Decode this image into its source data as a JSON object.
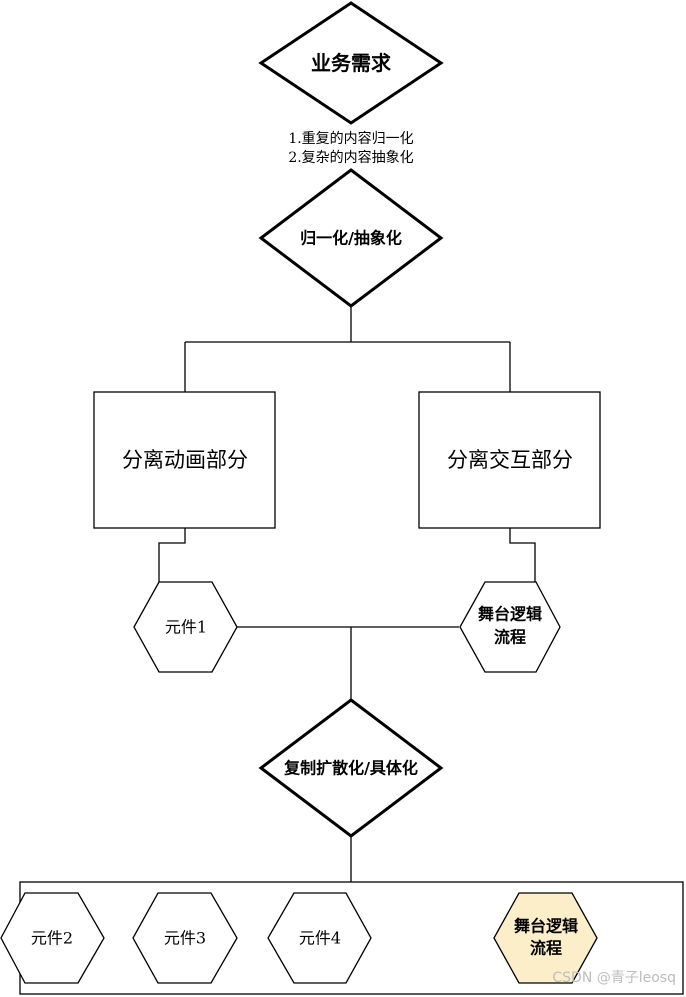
{
  "diagram": {
    "top_decision": "业务需求",
    "notes": {
      "line1": "1.重复的内容归一化",
      "line2": "2.复杂的内容抽象化"
    },
    "decision_abstract": "归一化/抽象化",
    "box_animation": "分离动画部分",
    "box_interaction": "分离交互部分",
    "hex_component": "元件1",
    "hex_stage": {
      "line1": "舞台逻辑",
      "line2": "流程"
    },
    "decision_concrete": "复制扩散化/具体化",
    "bottom_group": {
      "components": [
        "元件2",
        "元件3",
        "元件4"
      ],
      "stage": {
        "line1": "舞台逻辑",
        "line2": "流程"
      }
    }
  },
  "colors": {
    "stroke": "#000000",
    "stage_highlight_fill": "#fbeec8",
    "watermark": "#bdbdbd"
  },
  "watermark": "CSDN @青子leosq"
}
